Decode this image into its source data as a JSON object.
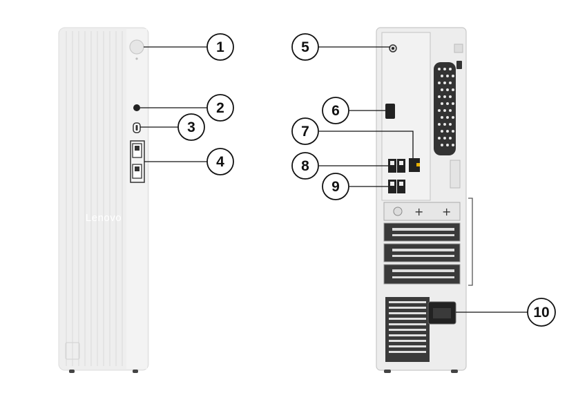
{
  "front_view": {
    "brand_label": "Lenovo"
  },
  "callouts": [
    {
      "number": "1",
      "target": "power-button"
    },
    {
      "number": "2",
      "target": "headset-jack"
    },
    {
      "number": "3",
      "target": "usb-c-port"
    },
    {
      "number": "4",
      "target": "front-usb-a-ports"
    },
    {
      "number": "5",
      "target": "rear-audio-jack"
    },
    {
      "number": "6",
      "target": "hdmi-port"
    },
    {
      "number": "7",
      "target": "ethernet-port"
    },
    {
      "number": "8",
      "target": "rear-usb-upper-pair"
    },
    {
      "number": "9",
      "target": "rear-usb-lower-pair"
    },
    {
      "number": "10",
      "target": "power-connector"
    }
  ],
  "colors": {
    "chassis": "#eeeeee",
    "chassis_edge": "#d8d8d8",
    "ridge": "#e2e2e2",
    "port_dark": "#222222",
    "callout_stroke": "#111111"
  }
}
